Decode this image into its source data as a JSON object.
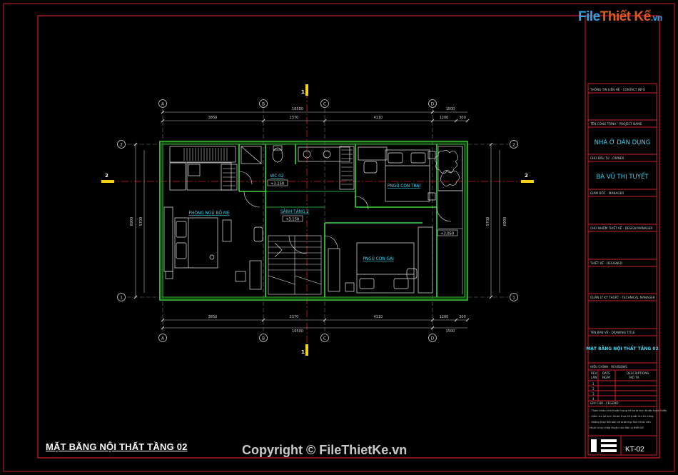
{
  "logo": {
    "part1": "File",
    "part2": "Thiết Kế",
    "part3": ".vn"
  },
  "sheet_title": "MẶT BẰNG NỘI THẤT TẦNG 02",
  "copyright": "Copyright © FileThietKe.vn",
  "grid_axes": {
    "columns": [
      "A",
      "B",
      "C",
      "D"
    ],
    "rows": [
      "1",
      "2"
    ]
  },
  "section_marks": {
    "vertical": "1",
    "horizontal": "2"
  },
  "dimensions": {
    "top_total": "16500",
    "top_segments": [
      "3850",
      "2370",
      "4110"
    ],
    "top_right": "1500",
    "top_right_segments": [
      "1200",
      "300"
    ],
    "side_total": "6900",
    "side_inner": "5700",
    "bottom_total": "16500",
    "bottom_segments": [
      "3850",
      "2370",
      "4110"
    ],
    "bottom_right": "1500",
    "bottom_right_segments": [
      "1200",
      "300"
    ]
  },
  "rooms": {
    "parents_bedroom": "PHÒNG NGỦ BỐ MẸ",
    "wc": "WC 02",
    "wc_level": "+3.150",
    "hall": "SẢNH TẦNG 2",
    "hall_level": "+3.150",
    "son_bedroom": "PNGỦ CON TRAI",
    "daughter_bedroom": "PNGỦ CON GÁI",
    "balcony_level": "+3.050"
  },
  "title_block": {
    "project_info_label": "THÔNG TIN LIÊN HỆ - CONTACT INFO",
    "project_name_label": "TÊN CÔNG TRÌNH - PROJECT NAME",
    "project_name": "NHÀ Ở DÂN DỤNG",
    "owner_label": "CHỦ ĐẦU TƯ - OWNER",
    "owner": "BÀ VŨ THỊ TUYẾT",
    "manager_label": "GIÁM ĐỐC - MANAGER",
    "design_manager_label": "CHỦ NHIỆM THIẾT KẾ - DESIGN MANAGER",
    "designer_label": "THIẾT KẾ - DESIGNED",
    "technical_manager_label": "QUẢN LÝ KỸ THUẬT - TECHNICAL MANAGER",
    "drawing_title_label": "TÊN BẢN VẼ - DRAWING TITLE",
    "drawing_title": "MẶT BẰNG NỘI THẤT TẦNG 02",
    "revision_label": "HIỆU CHỈNH - REVISIONS",
    "rev_col1": "REV",
    "rev_col1b": "LẦN",
    "rev_col2": "DATE",
    "rev_col2b": "NGÀY",
    "rev_col3": "DESCRIPTIONS",
    "rev_col3b": "MÔ TẢ",
    "rev_rows": [
      "1",
      "2",
      "3",
      "4"
    ],
    "notes_label": "GHI CHÚ - LEGEND",
    "notes": [
      "- Tham khảo kích thước trong hồ sơ là kích thước hoàn thiện.",
      "- Kiểm tra lại kích thước thực tế trước khi thi công.",
      "- Không thay đổi bản vẽ dưới mọi hình thức nếu",
      "  chưa có sự chấp thuận của đơn vị thiết kế."
    ],
    "sheet_number": "KT-02"
  },
  "colors": {
    "frame": "#d0202a",
    "wall": "#3cd83c",
    "dimension": "#c8c8c8",
    "room_label": "#3fd7f0",
    "axis_marker": "#f4d21a",
    "furniture": "#e6e6e6"
  }
}
